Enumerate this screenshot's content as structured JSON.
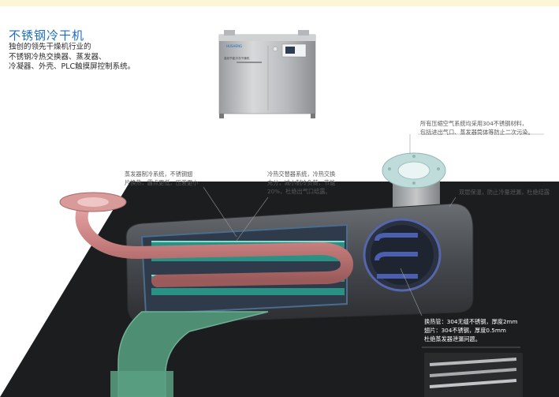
{
  "header": {
    "title": "不锈钢冷干机",
    "subtitle_lines": [
      "独创的领先干燥机行业的",
      "不锈钢冷热交换器、蒸发器、",
      "冷凝器、外壳、PLC触摸屏控制系统。"
    ]
  },
  "product_image": {
    "brand_label": "HUSHENG",
    "panel_label": "高效节能冷冻干燥机"
  },
  "callouts": {
    "piping": [
      "所有压缩空气系统均采用304不锈钢材料，",
      "包括进出气口、蒸发器筒体等防止二次污染。"
    ],
    "evaporator": [
      "蒸发器制冷系统，不锈钢翅",
      "片换热，露点更低，压差更小"
    ],
    "heat_exchanger": [
      "冷热交替器系统，冷热交换",
      "充分，减小制冷负荷，节能",
      "20%，杜绝出气口结露。"
    ],
    "insulation": [
      "双层保温，防止冷量泄漏，杜绝结露"
    ],
    "tube": [
      "换热管：304无缝不锈钢，厚度2mm",
      "翅片：304不锈钢，厚度0.5mm",
      "杜绝蒸发器泄漏问题。"
    ]
  },
  "colors": {
    "title": "#1d6fb8",
    "vessel": "#4a4d52",
    "inner_pipe": "#c98080",
    "fins": "#2a9b8c",
    "inlet_flange": "#c7e3e2"
  }
}
